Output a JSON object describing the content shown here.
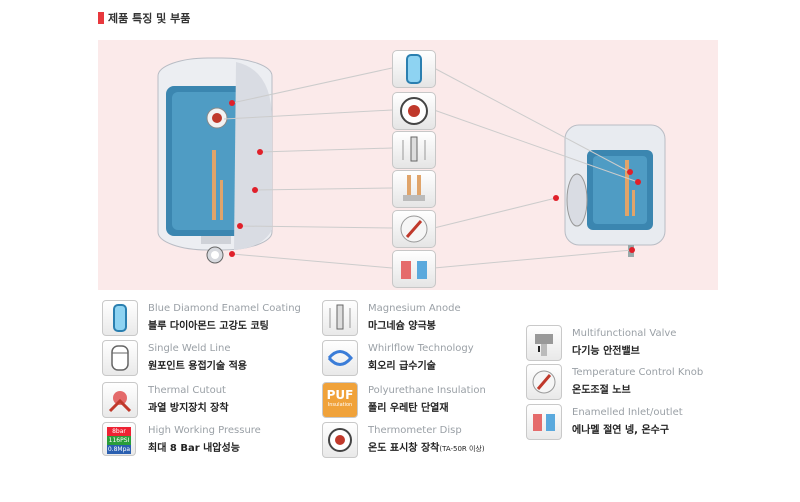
{
  "header": {
    "title": "제품 특징 및 부품"
  },
  "legend": [
    {
      "en": "Blue Diamond Enamel Coating",
      "ko": "블루 다이아몬드 고강도 코팅",
      "icon": "enamel-tank-icon"
    },
    {
      "en": "Single Weld Line",
      "ko": "원포인트 용접기술 적용",
      "icon": "weld-tank-icon"
    },
    {
      "en": "Thermal Cutout",
      "ko": "과열 방지장치 장착",
      "icon": "thermal-cutout-icon"
    },
    {
      "en": "High Working Pressure",
      "ko": "최대 8 Bar 내압성능",
      "icon": "pressure-icon",
      "badge": [
        "8bar",
        "116PSI",
        "0.8Mpa"
      ]
    },
    {
      "en": "Magnesium Anode",
      "ko": "마그네슘 양극봉",
      "icon": "magnesium-anode-icon"
    },
    {
      "en": "Whirlflow Technology",
      "ko": "회오리 급수기술",
      "icon": "whirlflow-icon"
    },
    {
      "en": "Polyurethane Insulation",
      "ko": "폴리 우레탄 단열재",
      "icon": "puf-icon",
      "badge": [
        "PUF",
        "Insulation"
      ]
    },
    {
      "en": "Thermometer Disp",
      "ko": "온도 표시창 장착",
      "note": "(TA-50R 이상)",
      "icon": "thermometer-icon"
    },
    {
      "en": "Multifunctional Valve",
      "ko": "다기능 안전밸브",
      "icon": "valve-icon"
    },
    {
      "en": "Temperature Control Knob",
      "ko": "온도조절 노브",
      "icon": "knob-icon"
    },
    {
      "en": "Enamelled Inlet/outlet",
      "ko": "에나멜 절연 넹, 온수구",
      "icon": "inlet-outlet-icon"
    }
  ],
  "colors": {
    "accent": "#e0202a",
    "tank_blue": "#3b8fb8",
    "panel": "#fbeaea"
  }
}
